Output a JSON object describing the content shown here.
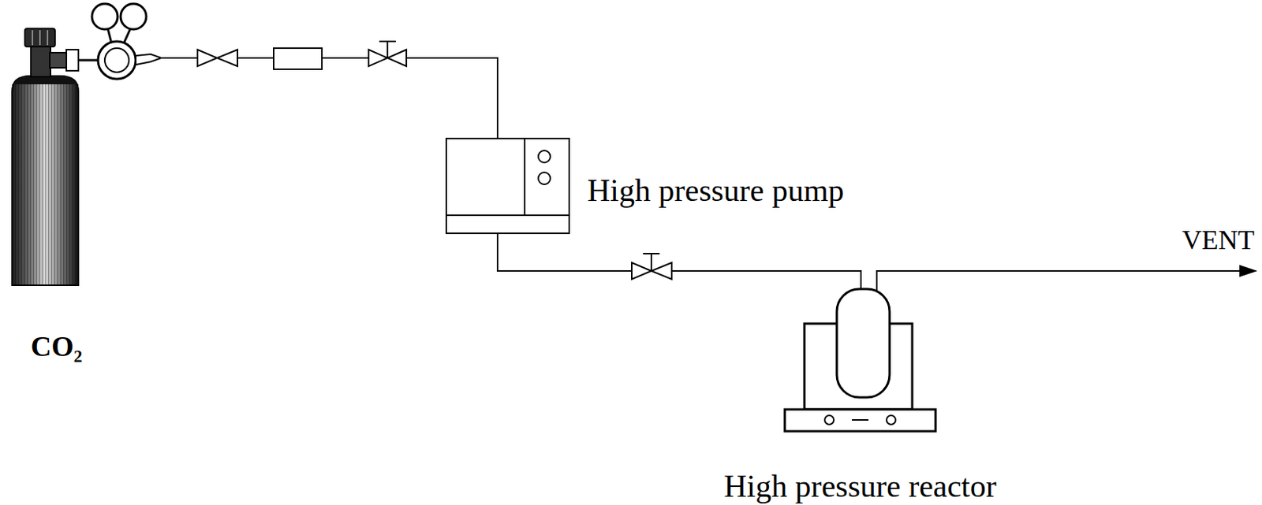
{
  "diagram": {
    "nodes": [
      {
        "text": [
          "CO₂"
        ]
      },
      {
        "text": [
          "High pressure pump"
        ]
      },
      {
        "text": [
          "High pressure reactor"
        ]
      }
    ],
    "edges": [
      {
        "from": 0,
        "to": 1,
        "arrow": "none"
      },
      {
        "from": 1,
        "to": 2,
        "arrow": "none"
      }
    ],
    "labels": [
      "VENT"
    ]
  }
}
